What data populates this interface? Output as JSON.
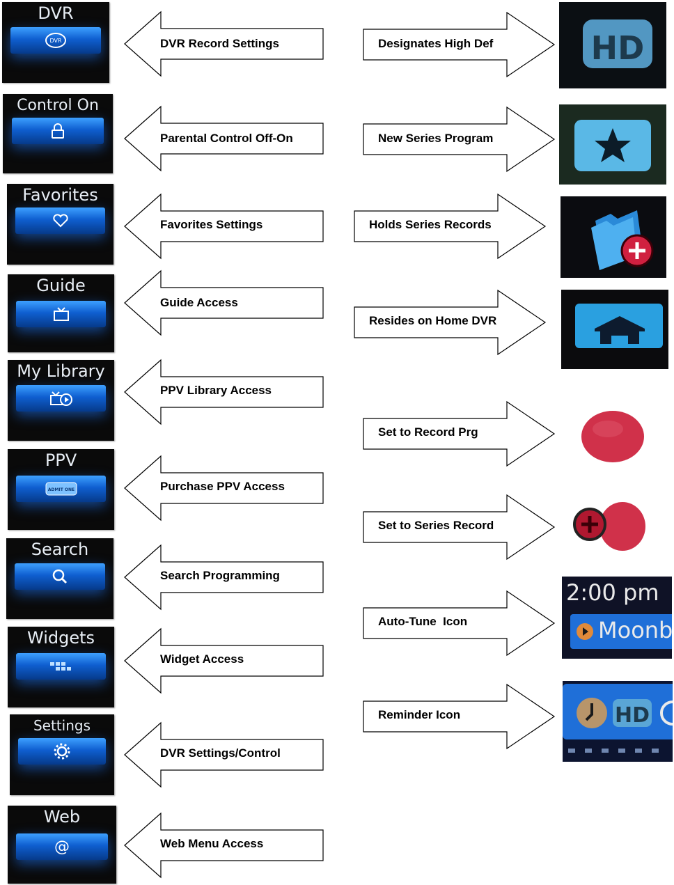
{
  "left_menu": [
    {
      "tile": "DVR",
      "badge": "DVR",
      "icon": "dvr-disc-icon",
      "description": "DVR Record Settings"
    },
    {
      "tile": "Control On",
      "icon": "lock-icon",
      "description": "Parental Control Off-On"
    },
    {
      "tile": "Favorites",
      "icon": "heart-icon",
      "description": "Favorites Settings"
    },
    {
      "tile": "Guide",
      "icon": "tv-icon",
      "description": "Guide Access"
    },
    {
      "tile": "My Library",
      "icon": "library-play-icon",
      "description": "PPV Library Access"
    },
    {
      "tile": "PPV",
      "badge": "ADMIT ONE",
      "icon": "admit-one-ticket-icon",
      "description": "Purchase PPV Access"
    },
    {
      "tile": "Search",
      "icon": "magnifier-icon",
      "description": "Search Programming"
    },
    {
      "tile": "Widgets",
      "icon": "widget-grid-icon",
      "description": "Widget Access"
    },
    {
      "tile": "Settings",
      "icon": "gear-icon",
      "description": "DVR Settings/Control"
    },
    {
      "tile": "Web",
      "icon": "at-sign-icon",
      "description": "Web Menu Access"
    }
  ],
  "right_icons": [
    {
      "description": "Designates High Def",
      "icon": "hd-badge-icon",
      "badge": "HD"
    },
    {
      "description": "New Series Program",
      "icon": "star-badge-icon"
    },
    {
      "description": "Holds Series Records",
      "icon": "series-folder-icon"
    },
    {
      "description": "Resides on Home DVR",
      "icon": "home-icon"
    },
    {
      "description": "Set to Record Prg",
      "icon": "record-dot-icon"
    },
    {
      "description": "Set to Series Record",
      "icon": "series-record-icon"
    },
    {
      "description": "Auto-Tune  Icon",
      "icon": "auto-tune-icon",
      "time": "2:00 pm",
      "program": "Moonbe"
    },
    {
      "description": "Reminder Icon",
      "icon": "reminder-clock-icon",
      "badge": "HD"
    }
  ],
  "colors": {
    "tile_bar": "#1f7ef0",
    "tile_bg": "#0a0a0a",
    "record_red": "#d0314a",
    "hd_blue": "#5aa6d6",
    "guide_blue": "#1f6fd8"
  }
}
